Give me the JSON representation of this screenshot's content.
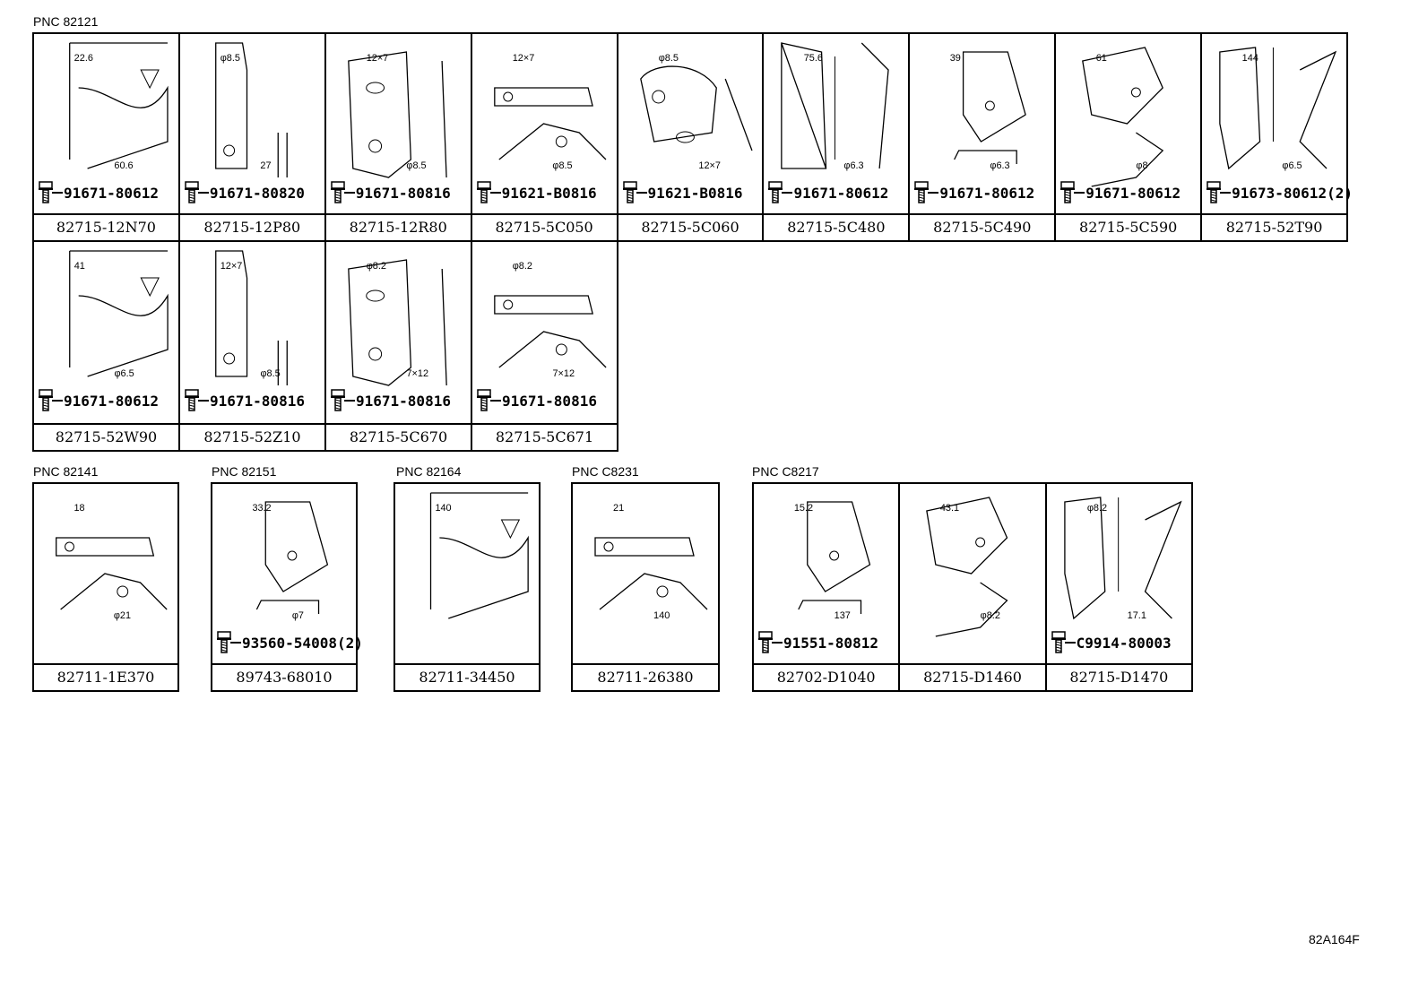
{
  "groups": [
    {
      "pnc": "PNC 82121",
      "parts": [
        {
          "number": "82715-12N70",
          "fastener": "91671-80612",
          "dims": [
            "22.6",
            "60.6"
          ]
        },
        {
          "number": "82715-12P80",
          "fastener": "91671-80820",
          "dims": [
            "φ8.5",
            "27"
          ]
        },
        {
          "number": "82715-12R80",
          "fastener": "91671-80816",
          "dims": [
            "12×7",
            "φ8.5"
          ]
        },
        {
          "number": "82715-5C050",
          "fastener": "91621-B0816",
          "dims": [
            "12×7",
            "φ8.5"
          ]
        },
        {
          "number": "82715-5C060",
          "fastener": "91621-B0816",
          "dims": [
            "φ8.5",
            "12×7"
          ]
        },
        {
          "number": "82715-5C480",
          "fastener": "91671-80612",
          "dims": [
            "75.6",
            "φ6.3"
          ]
        },
        {
          "number": "82715-5C490",
          "fastener": "91671-80612",
          "dims": [
            "39",
            "φ6.3"
          ]
        },
        {
          "number": "82715-5C590",
          "fastener": "91671-80612",
          "dims": [
            "61",
            "φ8"
          ]
        },
        {
          "number": "82715-52T90",
          "fastener": "91673-80612(2)",
          "dims": [
            "144",
            "φ6.5"
          ]
        },
        {
          "number": "82715-52W90",
          "fastener": "91671-80612",
          "dims": [
            "41",
            "φ6.5"
          ]
        },
        {
          "number": "82715-52Z10",
          "fastener": "91671-80816",
          "dims": [
            "12×7",
            "φ8.5"
          ]
        },
        {
          "number": "82715-5C670",
          "fastener": "91671-80816",
          "dims": [
            "φ8.2",
            "7×12"
          ]
        },
        {
          "number": "82715-5C671",
          "fastener": "91671-80816",
          "dims": [
            "φ8.2",
            "7×12"
          ]
        }
      ]
    },
    {
      "pnc": "PNC 82141",
      "parts": [
        {
          "number": "82711-1E370",
          "fastener": "",
          "dims": [
            "18",
            "φ21"
          ]
        }
      ]
    },
    {
      "pnc": "PNC 82151",
      "parts": [
        {
          "number": "89743-68010",
          "fastener": "93560-54008(2)",
          "dims": [
            "33.2",
            "φ7"
          ]
        }
      ]
    },
    {
      "pnc": "PNC 82164",
      "parts": [
        {
          "number": "82711-34450",
          "fastener": "",
          "dims": [
            "140"
          ]
        }
      ]
    },
    {
      "pnc": "PNC C8231",
      "parts": [
        {
          "number": "82711-26380",
          "fastener": "",
          "dims": [
            "21",
            "140"
          ]
        }
      ]
    },
    {
      "pnc": "PNC C8217",
      "parts": [
        {
          "number": "82702-D1040",
          "fastener": "91551-80812",
          "dims": [
            "15.2",
            "137"
          ]
        },
        {
          "number": "82715-D1460",
          "fastener": "",
          "dims": [
            "43.1",
            "φ8.2"
          ]
        },
        {
          "number": "82715-D1470",
          "fastener": "C9914-80003",
          "dims": [
            "φ8.2",
            "17.1"
          ]
        }
      ]
    }
  ],
  "figure_code": "82A164F"
}
